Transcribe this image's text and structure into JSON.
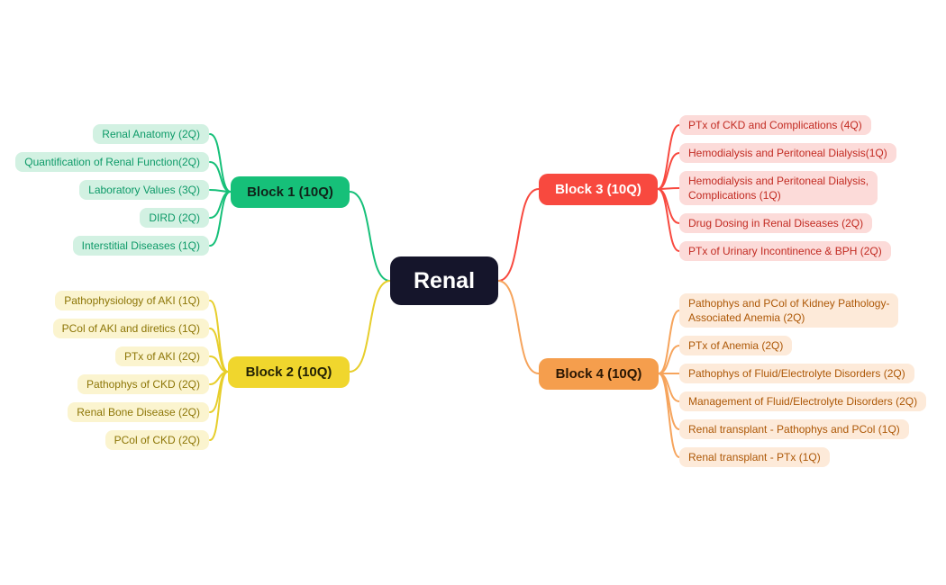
{
  "title": "Renal",
  "colors": {
    "center_bg": "#15152b",
    "block1": "#16c079",
    "block2": "#e7ce2b",
    "block3": "#f8493f",
    "block4": "#f6a45c"
  },
  "blocks": [
    {
      "label": "Block 1 (10Q)",
      "items": [
        "Renal Anatomy (2Q)",
        "Quantification of Renal Function(2Q)",
        "Laboratory Values (3Q)",
        "DIRD (2Q)",
        "Interstitial Diseases (1Q)"
      ]
    },
    {
      "label": "Block 2 (10Q)",
      "items": [
        "Pathophysiology of AKI (1Q)",
        "PCol of AKI and diretics (1Q)",
        "PTx of AKI (2Q)",
        "Pathophys of CKD (2Q)",
        "Renal Bone Disease (2Q)",
        "PCol of CKD (2Q)"
      ]
    },
    {
      "label": "Block 3 (10Q)",
      "items": [
        "PTx of CKD and Complications (4Q)",
        "Hemodialysis and Peritoneal Dialysis(1Q)",
        "Hemodialysis and Peritoneal Dialysis,\nComplications (1Q)",
        "Drug Dosing in Renal Diseases (2Q)",
        "PTx of Urinary Incontinence & BPH (2Q)"
      ]
    },
    {
      "label": "Block 4 (10Q)",
      "items": [
        "Pathophys and PCol of Kidney Pathology-\nAssociated Anemia (2Q)",
        "PTx of Anemia (2Q)",
        "Pathophys of Fluid/Electrolyte Disorders (2Q)",
        "Management of Fluid/Electrolyte Disorders (2Q)",
        "Renal transplant - Pathophys and PCol (1Q)",
        "Renal transplant - PTx (1Q)"
      ]
    }
  ]
}
